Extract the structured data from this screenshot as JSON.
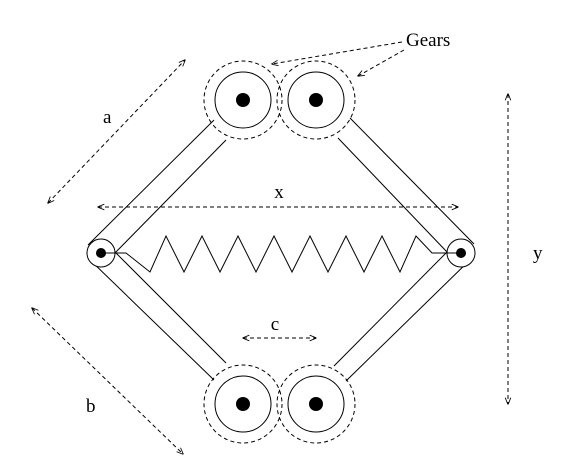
{
  "diagram": {
    "labels": {
      "gears": "Gears",
      "a": "a",
      "b": "b",
      "c": "c",
      "x": "x",
      "y": "y"
    },
    "colors": {
      "ink": "#000000",
      "background": "#ffffff"
    }
  }
}
